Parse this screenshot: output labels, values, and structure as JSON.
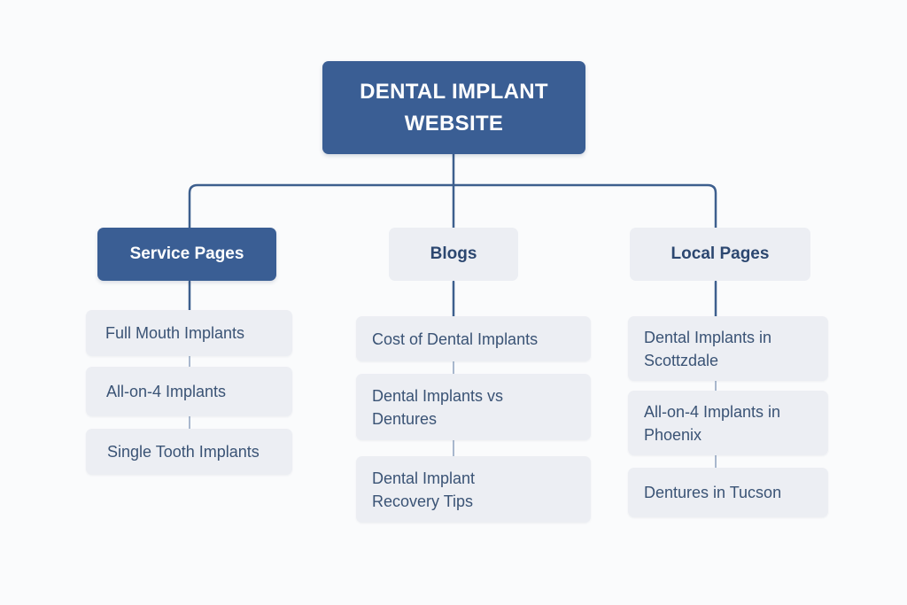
{
  "root": {
    "label": "DENTAL IMPLANT WEBSITE"
  },
  "categories": [
    {
      "label": "Service Pages",
      "items": [
        "Full Mouth Implants",
        "All-on-4 Implants",
        "Single Tooth Implants"
      ]
    },
    {
      "label": "Blogs",
      "items": [
        "Cost of Dental Implants",
        "Dental Implants vs Dentures",
        "Dental Implant Recovery Tips"
      ]
    },
    {
      "label": "Local Pages",
      "items": [
        "Dental Implants in Scottzdale",
        "All-on-4 Implants in Phoenix",
        "Dentures in Tucson"
      ]
    }
  ],
  "colors": {
    "primary": "#3a5e94",
    "box_background": "#eceef3",
    "connector": "#3d5f8e",
    "page_background": "#fafbfc"
  }
}
